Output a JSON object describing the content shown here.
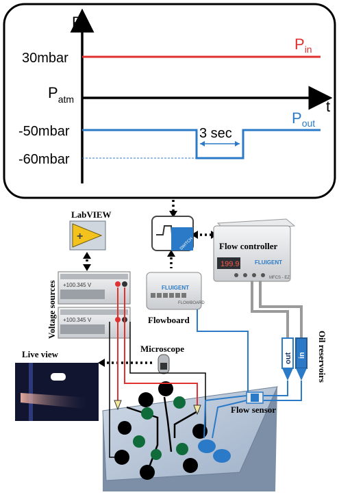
{
  "plot": {
    "y_axis_label": "P",
    "x_axis_label": "t",
    "levels": [
      "30mbar",
      "P",
      "-50mbar",
      "-60mbar"
    ],
    "patm_main": "P",
    "patm_sub": "atm",
    "pin_main": "P",
    "pin_sub": "in",
    "pout_main": "P",
    "pout_sub": "out",
    "pulse_label": "3 sec",
    "colors": {
      "pin": "#e0312f",
      "pout": "#2a7ac8",
      "axis": "#000000"
    }
  },
  "setup": {
    "labview": "LabVIEW",
    "flow_controller": "Flow controller",
    "fluigent_brand": "FLUIGENT",
    "controller_model": "MFCS - EZ",
    "controller_display": "199.9",
    "flowboard": "Flowboard",
    "flowboard_brand": "FLUIGENT",
    "flowboard_caption": "FLOWBOARD",
    "voltage_sources": "Voltage sources",
    "meter_reading_1": "+100.345 V",
    "meter_reading_2": "+100.345 V",
    "microscope": "Microscope",
    "live_view": "Live view",
    "oil_reservoirs": "Oil reservoirs",
    "reservoir_out": "out",
    "reservoir_in": "in",
    "flow_sensor": "Flow sensor",
    "colors": {
      "tube_blue": "#2a7ac8",
      "wire_red": "#e0312f",
      "tube_gray": "#9a9a9a"
    }
  }
}
